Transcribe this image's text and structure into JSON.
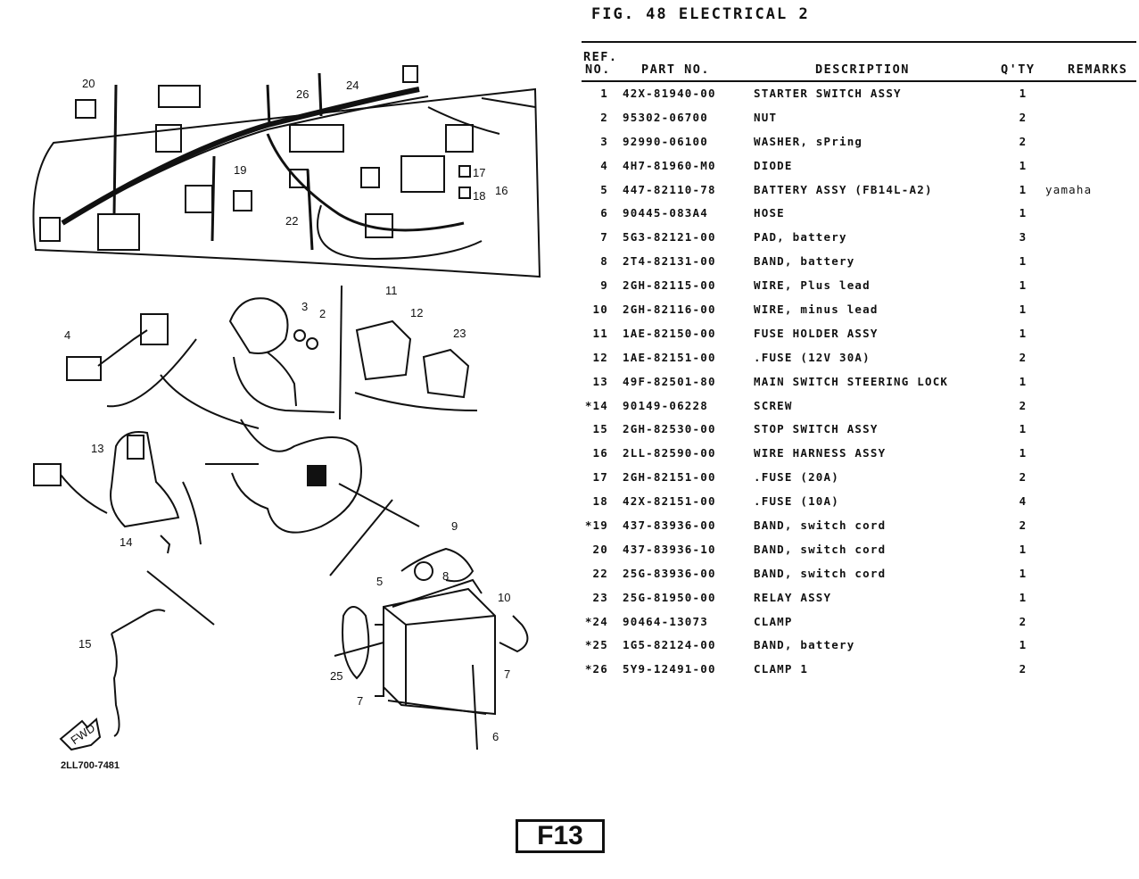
{
  "figure": {
    "title": "FIG. 48   ELECTRICAL 2"
  },
  "table": {
    "headers": {
      "ref_line1": "REF.",
      "ref_line2": "NO.",
      "part": "PART NO.",
      "desc": "DESCRIPTION",
      "qty": "Q'TY",
      "remarks": "REMARKS"
    },
    "rows": [
      {
        "ref": "1",
        "part": "42X-81940-00",
        "desc": "STARTER SWITCH ASSY",
        "qty": "1",
        "remarks": ""
      },
      {
        "ref": "2",
        "part": "95302-06700",
        "desc": "NUT",
        "qty": "2",
        "remarks": ""
      },
      {
        "ref": "3",
        "part": "92990-06100",
        "desc": "WASHER, sPring",
        "qty": "2",
        "remarks": ""
      },
      {
        "ref": "4",
        "part": "4H7-81960-M0",
        "desc": "DIODE",
        "qty": "1",
        "remarks": ""
      },
      {
        "ref": "5",
        "part": "447-82110-78",
        "desc": "BATTERY ASSY (FB14L-A2)",
        "qty": "1",
        "remarks": "yamaha"
      },
      {
        "ref": "6",
        "part": "90445-083A4",
        "desc": "HOSE",
        "qty": "1",
        "remarks": ""
      },
      {
        "ref": "7",
        "part": "5G3-82121-00",
        "desc": "PAD, battery",
        "qty": "3",
        "remarks": ""
      },
      {
        "ref": "8",
        "part": "2T4-82131-00",
        "desc": "BAND, battery",
        "qty": "1",
        "remarks": ""
      },
      {
        "ref": "9",
        "part": "2GH-82115-00",
        "desc": "WIRE, Plus lead",
        "qty": "1",
        "remarks": ""
      },
      {
        "ref": "10",
        "part": "2GH-82116-00",
        "desc": "WIRE, minus lead",
        "qty": "1",
        "remarks": ""
      },
      {
        "ref": "11",
        "part": "1AE-82150-00",
        "desc": "FUSE HOLDER ASSY",
        "qty": "1",
        "remarks": ""
      },
      {
        "ref": "12",
        "part": "1AE-82151-00",
        "desc": ".FUSE (12V 30A)",
        "qty": "2",
        "remarks": ""
      },
      {
        "ref": "13",
        "part": "49F-82501-80",
        "desc": "MAIN SWITCH STEERING LOCK",
        "qty": "1",
        "remarks": ""
      },
      {
        "ref": "*14",
        "part": "90149-06228",
        "desc": "SCREW",
        "qty": "2",
        "remarks": ""
      },
      {
        "ref": "15",
        "part": "2GH-82530-00",
        "desc": "STOP SWITCH ASSY",
        "qty": "1",
        "remarks": ""
      },
      {
        "ref": "16",
        "part": "2LL-82590-00",
        "desc": "WIRE HARNESS ASSY",
        "qty": "1",
        "remarks": ""
      },
      {
        "ref": "17",
        "part": "2GH-82151-00",
        "desc": ".FUSE (20A)",
        "qty": "2",
        "remarks": ""
      },
      {
        "ref": "18",
        "part": "42X-82151-00",
        "desc": ".FUSE (10A)",
        "qty": "4",
        "remarks": ""
      },
      {
        "ref": "*19",
        "part": "437-83936-00",
        "desc": "BAND, switch cord",
        "qty": "2",
        "remarks": ""
      },
      {
        "ref": "20",
        "part": "437-83936-10",
        "desc": "BAND, switch cord",
        "qty": "1",
        "remarks": ""
      },
      {
        "ref": "22",
        "part": "25G-83936-00",
        "desc": "BAND, switch cord",
        "qty": "1",
        "remarks": ""
      },
      {
        "ref": "23",
        "part": "25G-81950-00",
        "desc": "RELAY ASSY",
        "qty": "1",
        "remarks": ""
      },
      {
        "ref": "*24",
        "part": "90464-13073",
        "desc": "CLAMP",
        "qty": "2",
        "remarks": ""
      },
      {
        "ref": "*25",
        "part": "1G5-82124-00",
        "desc": "BAND, battery",
        "qty": "1",
        "remarks": ""
      },
      {
        "ref": "*26",
        "part": "5Y9-12491-00",
        "desc": "CLAMP 1",
        "qty": "2",
        "remarks": ""
      }
    ]
  },
  "diagram": {
    "callouts": [
      "20",
      "26",
      "24",
      "19",
      "22",
      "17",
      "18",
      "16",
      "4",
      "3",
      "2",
      "11",
      "12",
      "23",
      "13",
      "14",
      "9",
      "5",
      "8",
      "10",
      "15",
      "25",
      "7",
      "7",
      "6"
    ],
    "fwd_label": "FWD",
    "ref_code": "2LL700-7481"
  },
  "page": {
    "label": "F13"
  }
}
